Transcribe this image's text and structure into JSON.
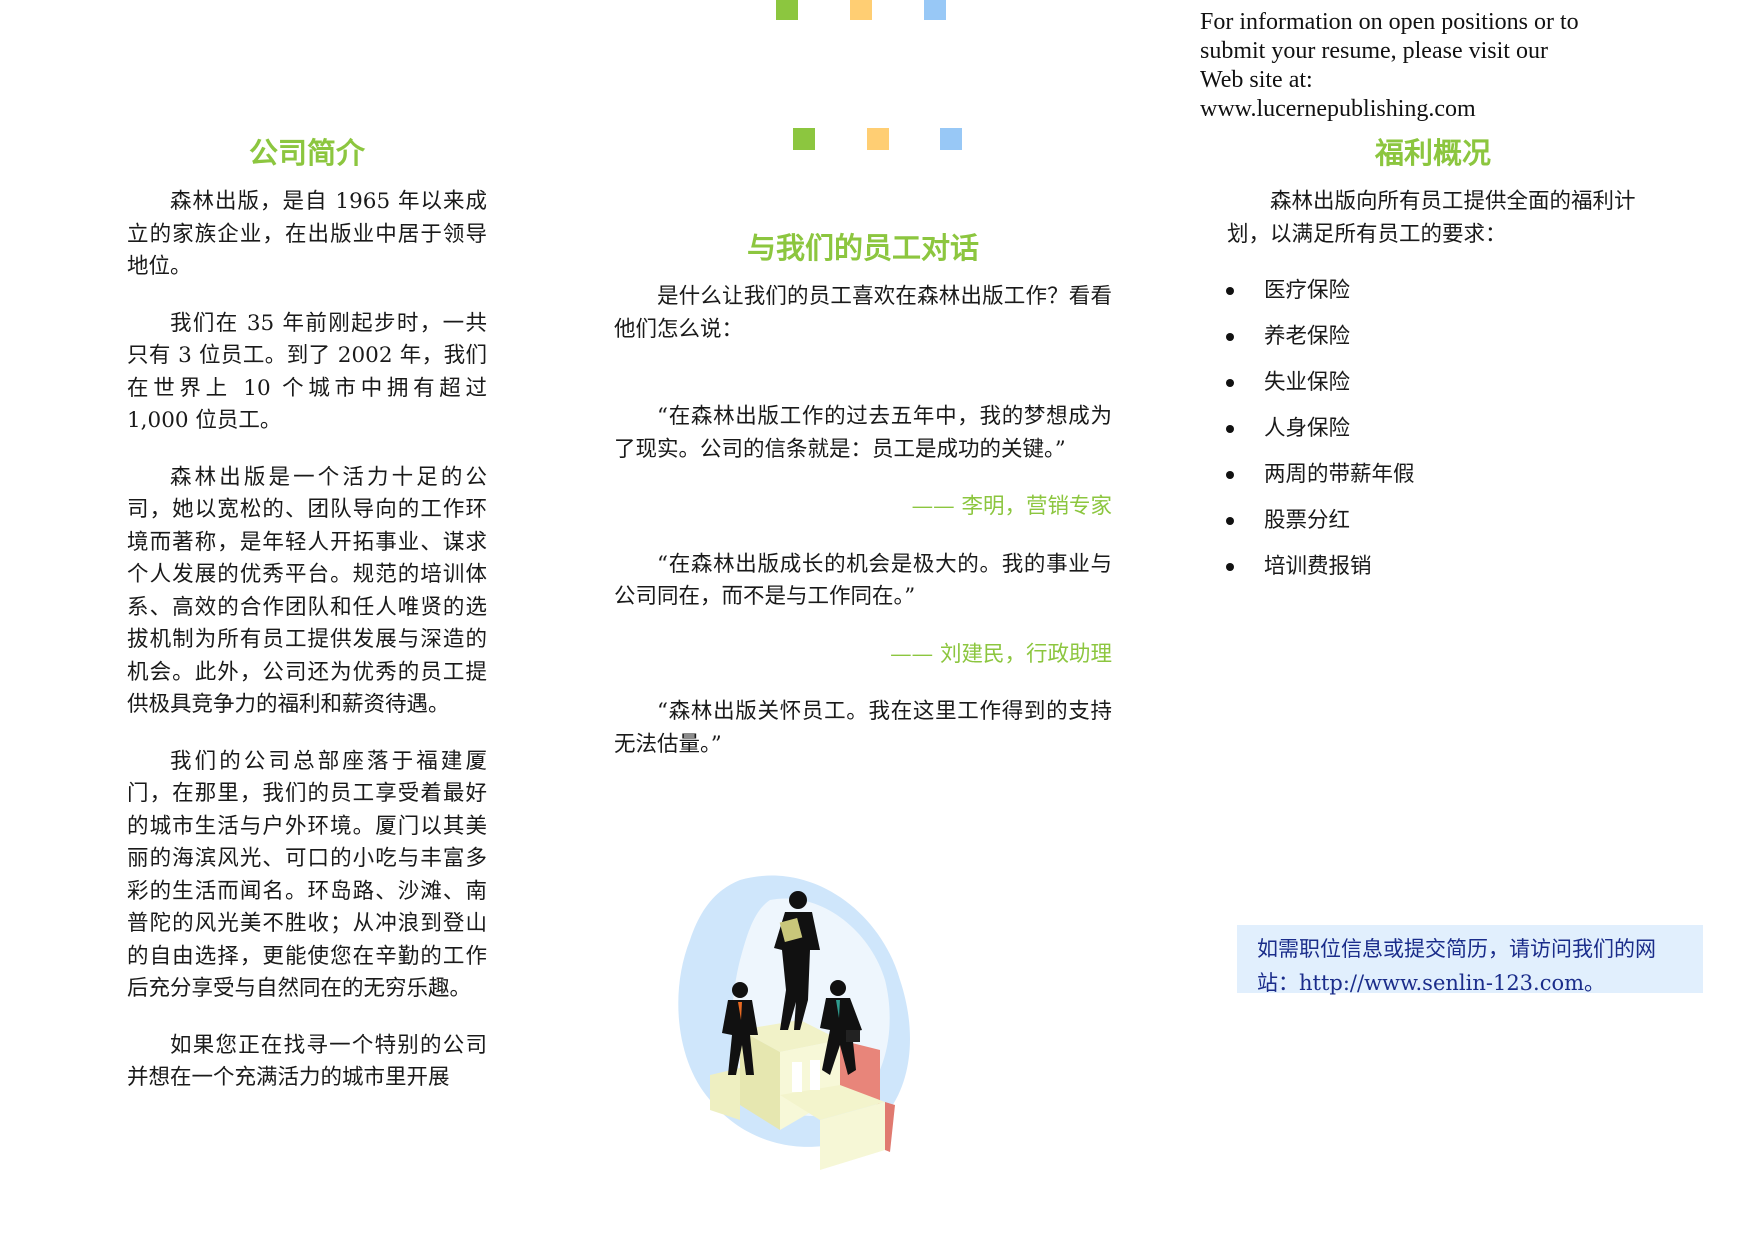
{
  "colors": {
    "accent_green": "#8cc63f",
    "square_orange": "#ffce73",
    "square_blue": "#98c8f6",
    "cta_bg": "#e1effd",
    "cta_text": "#1a2c8a"
  },
  "contact_en": {
    "lines": [
      "For information on open positions or to",
      "submit your resume, please visit our",
      "Web site at:",
      "www.lucernepublishing.com"
    ]
  },
  "about": {
    "heading": "公司简介",
    "paragraphs": [
      "森林出版，是自 1965 年以来成立的家族企业，在出版业中居于领导地位。",
      "我们在 35 年前刚起步时，一共只有 3 位员工。到了 2002 年，我们在世界上 10 个城市中拥有超过 1,000 位员工。",
      "森林出版是一个活力十足的公司，她以宽松的、团队导向的工作环境而著称，是年轻人开拓事业、谋求个人发展的优秀平台。规范的培训体系、高效的合作团队和任人唯贤的选拔机制为所有员工提供发展与深造的机会。此外，公司还为优秀的员工提供极具竞争力的福利和薪资待遇。",
      "我们的公司总部座落于福建厦门，在那里，我们的员工享受着最好的城市生活与户外环境。厦门以其美丽的海滨风光、可口的小吃与丰富多彩的生活而闻名。环岛路、沙滩、南普陀的风光美不胜收；从冲浪到登山的自由选择，更能使您在辛勤的工作后充分享受与自然同在的无穷乐趣。",
      "如果您正在找寻一个特别的公司并想在一个充满活力的城市里开展"
    ]
  },
  "talk": {
    "heading": "与我们的员工对话",
    "intro": "是什么让我们的员工喜欢在森林出版工作？看看他们怎么说：",
    "quote1": "“在森林出版工作的过去五年中，我的梦想成为了现实。公司的信条就是：员工是成功的关键。”",
    "attr1": "——  李明，营销专家",
    "quote2": "“在森林出版成长的机会是极大的。我的事业与公司同在，而不是与工作同在。”",
    "attr2": "——  刘建民，行政助理",
    "quote3": "“森林出版关怀员工。我在这里工作得到的支持无法估量。”"
  },
  "benefits": {
    "heading": "福利概况",
    "intro": "森林出版向所有员工提供全面的福利计划，以满足所有员工的要求：",
    "items": [
      "医疗保险",
      "养老保险",
      "失业保险",
      "人身保险",
      "两周的带薪年假",
      "股票分红",
      "培训费报销"
    ]
  },
  "cta": {
    "text": "如需职位信息或提交简历，请访问我们的网站：http://www.senlin-123.com。"
  }
}
